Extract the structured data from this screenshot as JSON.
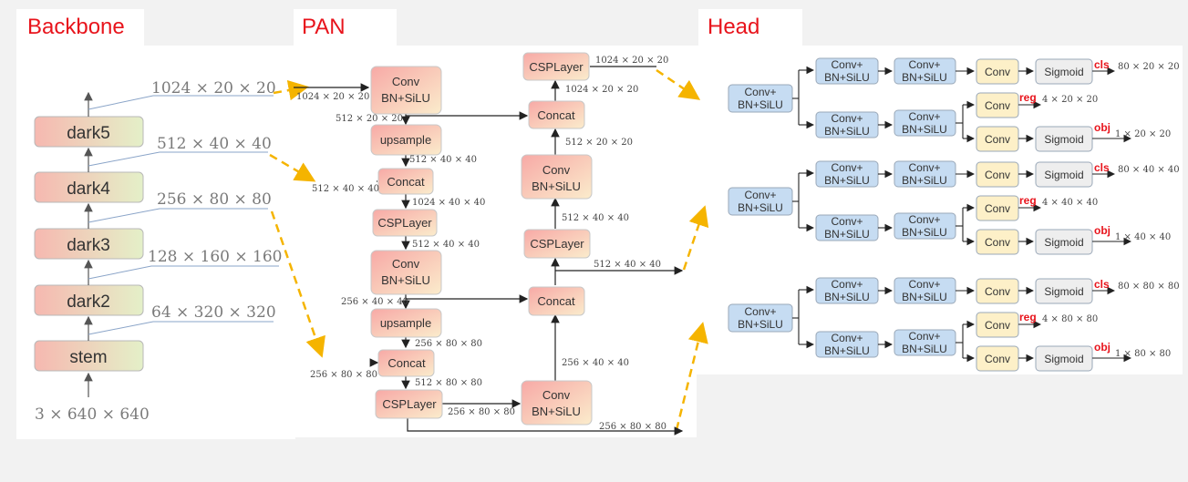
{
  "sections": {
    "backbone": "Backbone",
    "pan": "PAN",
    "head": "Head"
  },
  "backbone": {
    "input": "3 × 640 × 640",
    "blocks": [
      "stem",
      "dark2",
      "dark3",
      "dark4",
      "dark5"
    ],
    "outputs": [
      "64 × 320 × 320",
      "128 × 160 × 160",
      "256 × 80 × 80",
      "512 × 40 × 40",
      "1024 × 20 × 20"
    ]
  },
  "pan": {
    "blocks": {
      "conv_a_1": "Conv",
      "conv_a_2": "BN+SiLU",
      "upsample_a": "upsample",
      "concat_a": "Concat",
      "csp_a": "CSPLayer",
      "conv_b_1": "Conv",
      "conv_b_2": "BN+SiLU",
      "upsample_b": "upsample",
      "concat_b": "Concat",
      "csp_b": "CSPLayer",
      "conv_c_1": "Conv",
      "conv_c_2": "BN+SiLU",
      "concat_c": "Concat",
      "csp_c": "CSPLayer",
      "conv_d_1": "Conv",
      "conv_d_2": "BN+SiLU",
      "concat_d": "Concat",
      "csp_d": "CSPLayer"
    },
    "labels": {
      "in_20": "1024 × 20 × 20",
      "out_conv_a": "512 × 20 × 20",
      "out_ups_a": "512 × 40 × 40",
      "in_40": "512 × 40 × 40",
      "out_concat_a": "1024 × 40 × 40",
      "out_csp_a": "512 × 40 × 40",
      "out_conv_b": "256 × 40 × 40",
      "out_ups_b": "256 × 80 × 80",
      "in_80": "256 × 80 × 80",
      "out_concat_b": "512 × 80 × 80",
      "out_csp_b": "256 × 80 × 80",
      "out_conv_c": "256 × 40 × 40",
      "out_csp_c": "512 × 40 × 40",
      "out_conv_d": "512 × 20 × 20",
      "out_csp_d": "1024 × 20 × 20",
      "p3_out": "256 × 80 × 80",
      "p4_out": "512 × 40 × 40",
      "p5_out": "1024 × 20 × 20"
    }
  },
  "head": {
    "stem_1": "Conv+",
    "stem_2": "BN+SiLU",
    "conv": "Conv",
    "sigmoid": "Sigmoid",
    "cls": "cls",
    "reg": "reg",
    "obj": "obj",
    "rows": [
      {
        "cls_dim": "80 × 20 × 20",
        "reg_dim": "4 × 20 × 20",
        "obj_dim": "1 × 20 × 20"
      },
      {
        "cls_dim": "80 × 40 × 40",
        "reg_dim": "4 × 40 × 40",
        "obj_dim": "1 × 40 × 40"
      },
      {
        "cls_dim": "80 × 80 × 80",
        "reg_dim": "4 × 80 × 80",
        "obj_dim": "1 × 80 × 80"
      }
    ]
  },
  "colors": {
    "red_box": [
      "#f6b4b4",
      "#fbe9c8"
    ],
    "green_box": [
      "#f8c4bc",
      "#e6f2cc"
    ],
    "blue_box": "#c6dcf2",
    "yellow_box": "#fdf0c8",
    "gray_box": "#eeeeee",
    "dashed_arrow": "#f5b400",
    "title_red": "#e8141c"
  }
}
